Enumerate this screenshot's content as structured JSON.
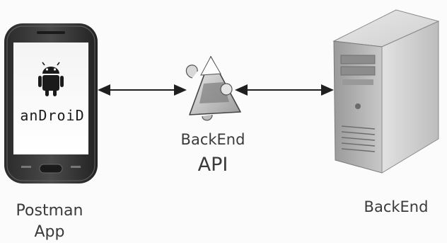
{
  "nodes": {
    "phone": {
      "name": "Postman",
      "name2": "App",
      "os_logo_text": "anDroiD"
    },
    "api": {
      "line1": "BackEnd",
      "line2": "API"
    },
    "server": {
      "name": "BackEnd"
    }
  },
  "edges": [
    {
      "from": "phone",
      "to": "api",
      "type": "bidirectional-arrow"
    },
    {
      "from": "api",
      "to": "server",
      "type": "bidirectional-arrow"
    }
  ],
  "icons": [
    "smartphone-icon",
    "android-robot-icon",
    "api-puzzle-icon",
    "server-tower-icon"
  ],
  "colors": {
    "label": "#3a3a3a",
    "arrow": "#1f1f1f",
    "background": "#fbfbfb"
  }
}
